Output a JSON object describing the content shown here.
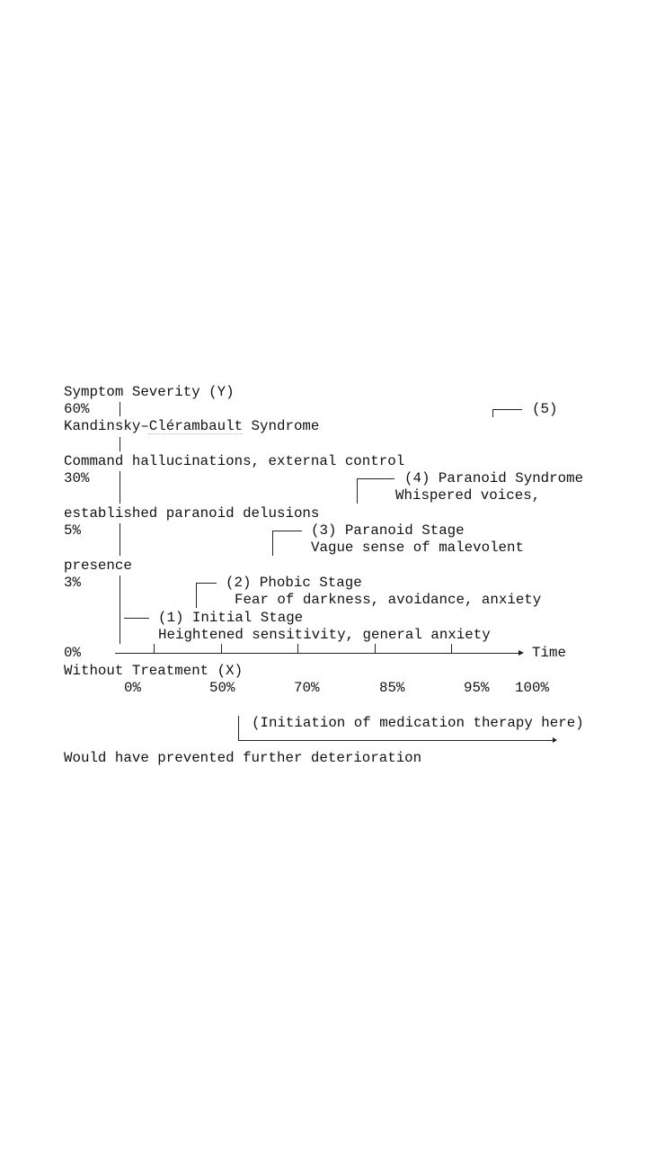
{
  "y_axis": {
    "title": "Symptom Severity (Y)",
    "ticks": [
      "60%",
      "30%",
      "5%",
      "3%",
      "0%"
    ]
  },
  "x_axis": {
    "title": "Without Treatment (X)",
    "end_label": "Time",
    "ticks": [
      "0%",
      "50%",
      "70%",
      "85%",
      "95%",
      "100%"
    ]
  },
  "stages": [
    {
      "label": "(1) Initial Stage",
      "description": "Heightened sensitivity, general anxiety"
    },
    {
      "label": "(2) Phobic Stage",
      "description": "Fear of darkness, avoidance, anxiety"
    },
    {
      "label": "(3) Paranoid Stage",
      "description": "Vague sense of malevolent",
      "description_cont": "presence"
    },
    {
      "label": "(4) Paranoid Syndrome",
      "description": "Whispered voices,",
      "description_cont": "established paranoid delusions"
    },
    {
      "label": "(5)",
      "description": "Kandinsky–Clérambault Syndrome",
      "description_cont": "Command hallucinations, external control"
    }
  ],
  "treatment": {
    "note": "(Initiation of medication therapy here)",
    "conclusion": "Would have prevented further deterioration"
  }
}
